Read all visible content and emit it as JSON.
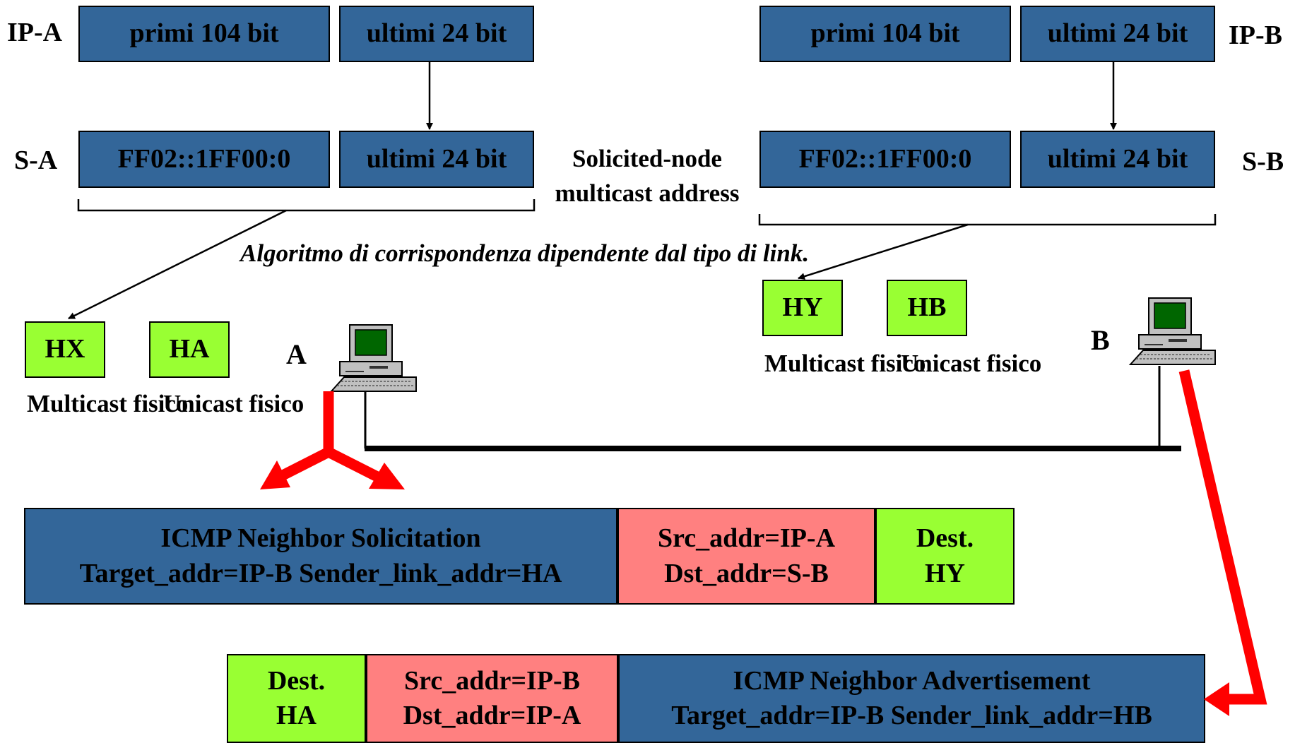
{
  "address_mapping": {
    "left": {
      "ip_label": "IP-A",
      "solicited_label": "S-A",
      "ip_prefix": "primi 104 bit",
      "ip_suffix": "ultimi 24 bit",
      "solicited_prefix": "FF02::1FF00:0",
      "solicited_suffix": "ultimi 24 bit"
    },
    "right": {
      "ip_label": "IP-B",
      "solicited_label": "S-B",
      "ip_prefix": "primi 104 bit",
      "ip_suffix": "ultimi 24 bit",
      "solicited_prefix": "FF02::1FF00:0",
      "solicited_suffix": "ultimi 24 bit"
    },
    "solicited_caption": [
      "Solicited-node",
      "multicast address"
    ],
    "algorithm_note": [
      "Algoritmo di corrispondenza",
      "dipendente dal tipo di link."
    ]
  },
  "hosts": {
    "A": {
      "name": "A",
      "multicast_phys": "HX",
      "unicast_phys": "HA",
      "multicast_caption": [
        "Multicast",
        "fisico"
      ],
      "unicast_caption": [
        "Unicast",
        "fisico"
      ]
    },
    "B": {
      "name": "B",
      "multicast_phys": "HY",
      "unicast_phys": "HB",
      "multicast_caption": [
        "Multicast",
        "fisico"
      ],
      "unicast_caption": [
        "Unicast",
        "fisico"
      ]
    }
  },
  "solicitation_packet": {
    "icmp": [
      "ICMP Neighbor Solicitation",
      "Target_addr=IP-B Sender_link_addr=HA"
    ],
    "ip": [
      "Src_addr=IP-A",
      "Dst_addr=S-B"
    ],
    "dest": [
      "Dest.",
      "HY"
    ]
  },
  "advertisement_packet": {
    "dest": [
      "Dest.",
      "HA"
    ],
    "ip": [
      "Src_addr=IP-B",
      "Dst_addr=IP-A"
    ],
    "icmp": [
      "ICMP Neighbor Advertisement",
      "Target_addr=IP-B Sender_link_addr=HB"
    ]
  },
  "colors": {
    "icmp_blue": "#336699",
    "ip_pink": "#ff8080",
    "link_green": "#99ff33",
    "flow_arrow_red": "#ff0000"
  },
  "icons": {
    "host_A": "desktop-computer-icon",
    "host_B": "desktop-computer-icon"
  }
}
